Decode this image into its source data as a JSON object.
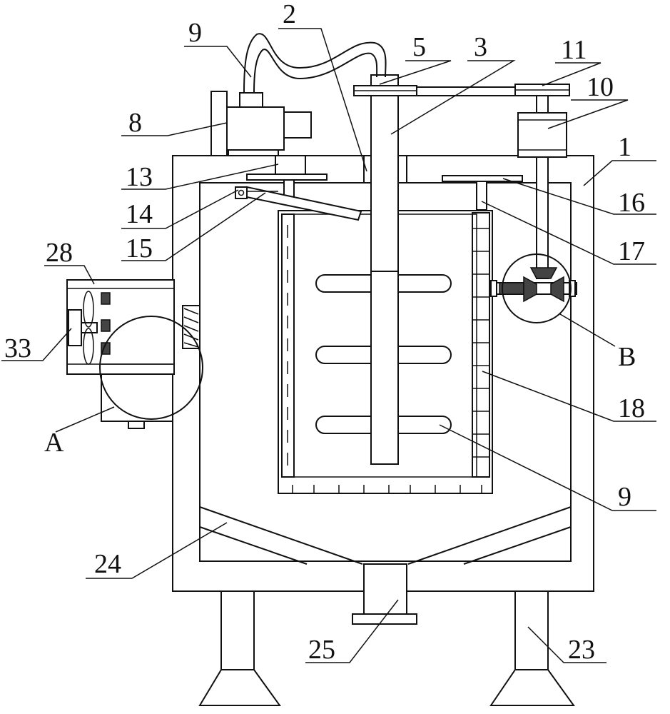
{
  "figure": {
    "labels": {
      "l1": "1",
      "l2": "2",
      "l3": "3",
      "l5": "5",
      "l8": "8",
      "l9_top": "9",
      "l9_paddle": "9",
      "l10": "10",
      "l11": "11",
      "l13": "13",
      "l14": "14",
      "l15": "15",
      "l16": "16",
      "l17": "17",
      "l18": "18",
      "l23": "23",
      "l24": "24",
      "l25": "25",
      "l28": "28",
      "l33": "33",
      "lA": "A",
      "lB": "B"
    }
  }
}
